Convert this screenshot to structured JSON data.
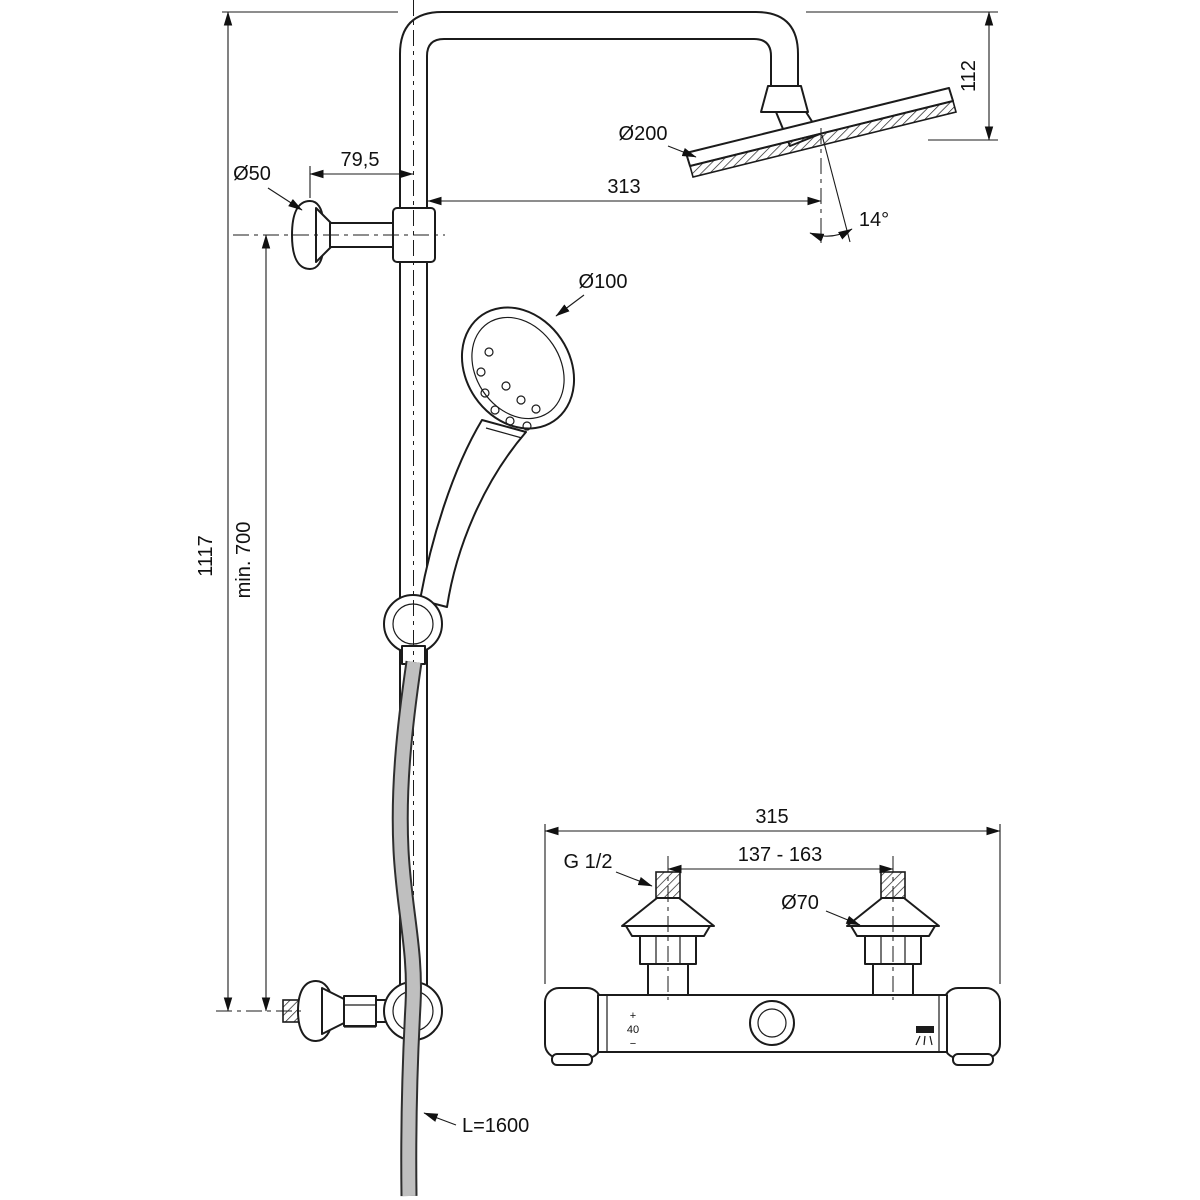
{
  "diagram": {
    "type": "technical-drawing",
    "subject": "shower system with thermostatic mixer valve",
    "labels": {
      "overall_height": "1117",
      "min_height": "min. 700",
      "bracket_offset": "79,5",
      "wall_flange_dia": "Ø50",
      "head_dia": "Ø200",
      "head_drop": "112",
      "head_reach": "313",
      "head_angle": "14°",
      "handshower_dia": "Ø100",
      "hose_length": "L=1600",
      "mixer_width": "315",
      "inlet_spacing": "137 - 163",
      "inlet_thread": "G 1/2",
      "escutcheon_dia": "Ø70",
      "temp_plus": "+",
      "temp_stop": "40",
      "temp_minus": "−"
    }
  }
}
